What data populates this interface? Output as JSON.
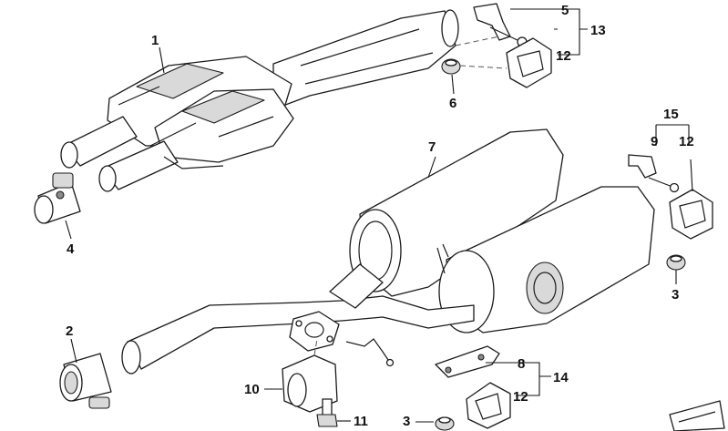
{
  "callouts": {
    "c1": "1",
    "c2": "2",
    "c3a": "3",
    "c3b": "3",
    "c4": "4",
    "c5": "5",
    "c6": "6",
    "c7": "7",
    "c8": "8",
    "c9": "9",
    "c10": "10",
    "c11": "11",
    "c12a": "12",
    "c12b": "12",
    "c12c": "12",
    "c13": "13",
    "c14": "14",
    "c15": "15"
  }
}
